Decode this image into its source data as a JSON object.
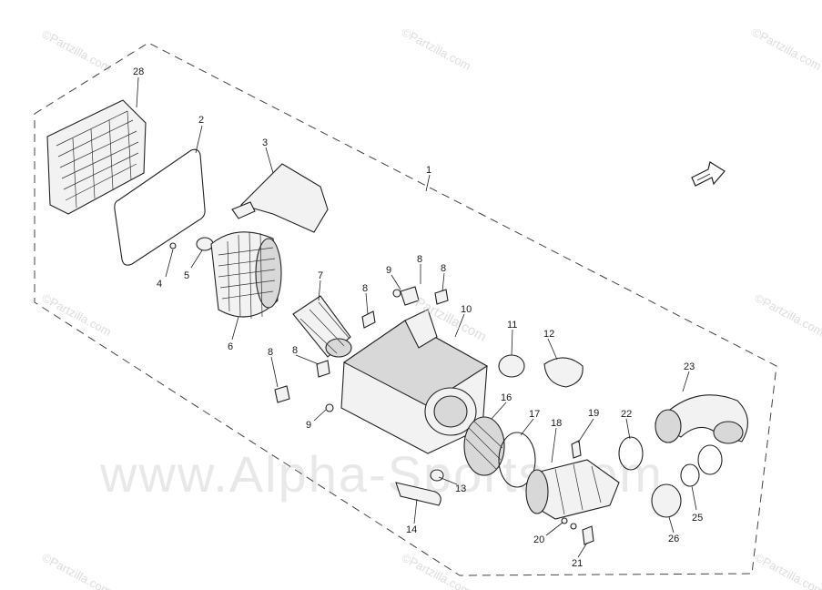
{
  "callouts": {
    "c1": "1",
    "c2": "2",
    "c3": "3",
    "c4": "4",
    "c5": "5",
    "c6": "6",
    "c7": "7",
    "c8a": "8",
    "c8b": "8",
    "c8c": "8",
    "c8d": "8",
    "c8e": "8",
    "c9a": "9",
    "c9b": "9",
    "c10": "10",
    "c11": "11",
    "c12": "12",
    "c13": "13",
    "c14": "14",
    "c16": "16",
    "c17": "17",
    "c18": "18",
    "c19": "19",
    "c20": "20",
    "c21": "21",
    "c22": "22",
    "c23": "23",
    "c25": "25",
    "c26": "26",
    "c28": "28"
  },
  "watermarks": {
    "partzilla_small": "©Partzilla.com",
    "partzilla_center": "Partzilla.com",
    "alpha_sports": "www.Alpha-Sports.com"
  },
  "icons": {
    "direction_arrow": "front-direction-arrow-icon"
  }
}
